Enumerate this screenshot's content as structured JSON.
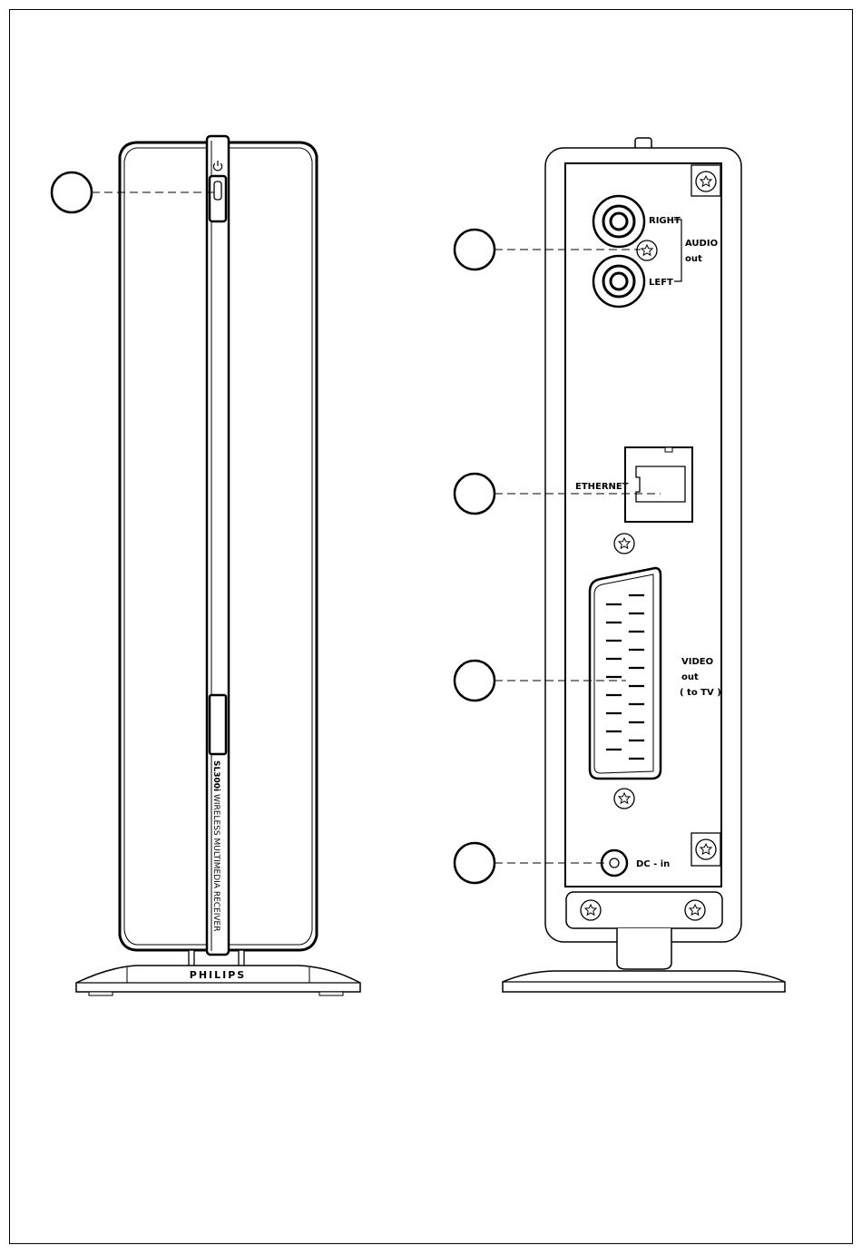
{
  "front": {
    "model": "SL300i",
    "product_name": "WIRELESS MULTIMEDIA RECEIVER",
    "brand": "PHILIPS"
  },
  "back": {
    "audio": {
      "right_label": "RIGHT",
      "left_label": "LEFT",
      "group_title": "AUDIO",
      "group_sub": "out"
    },
    "ethernet_label": "ETHERNET",
    "video": {
      "title": "VIDEO",
      "sub": "out",
      "note": "( to TV )"
    },
    "dc_label": "DC - in"
  },
  "icons": [
    "power-icon",
    "screw-icon"
  ]
}
